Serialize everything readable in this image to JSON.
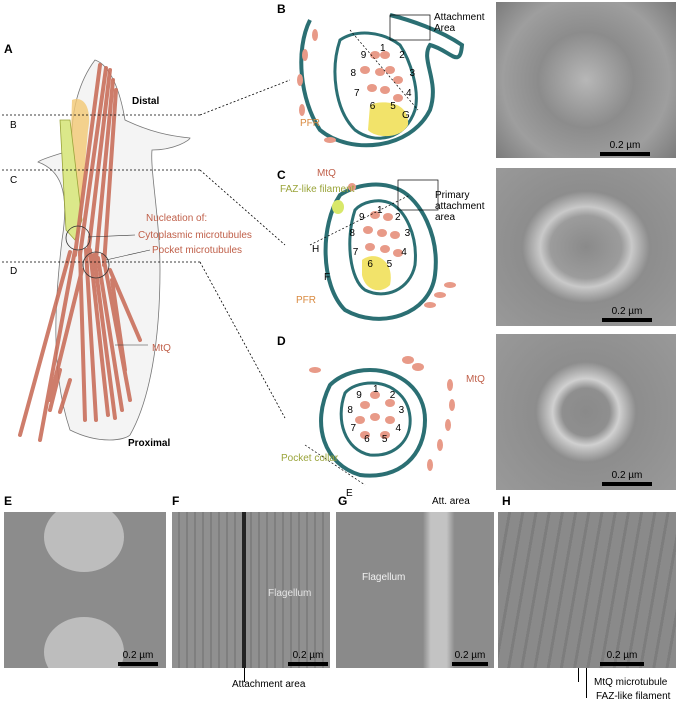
{
  "panels": {
    "A": {
      "letter": "A",
      "distal": "Distal",
      "proximal": "Proximal",
      "nucleation_title": "Nucleation of:",
      "cyto_mt": "Cytoplasmic microtubules",
      "pocket_mt": "Pocket microtubules",
      "mtq": "MtQ",
      "section_b": "B",
      "section_c": "C",
      "section_d": "D"
    },
    "B": {
      "letter": "B",
      "attachment_area": "Attachment\nArea",
      "pfr": "PFR",
      "g": "G",
      "doublets": [
        "1",
        "2",
        "3",
        "4",
        "5",
        "6",
        "7",
        "8",
        "9"
      ],
      "scale": "0.2 µm"
    },
    "C": {
      "letter": "C",
      "mtq": "MtQ",
      "faz": "FAZ-like filament",
      "primary_area": "Primary\nattachment\narea",
      "h": "H",
      "f": "F",
      "pfr": "PFR",
      "doublets": [
        "1",
        "2",
        "3",
        "4",
        "5",
        "6",
        "7",
        "8",
        "9"
      ],
      "scale": "0.2 µm"
    },
    "D": {
      "letter": "D",
      "mtq": "MtQ",
      "pocket_collar": "Pocket collar",
      "e": "E",
      "doublets": [
        "1",
        "2",
        "3",
        "4",
        "5",
        "6",
        "7",
        "8",
        "9"
      ],
      "scale": "0.2 µm"
    },
    "E": {
      "letter": "E",
      "scale": "0.2 µm"
    },
    "F": {
      "letter": "F",
      "flagellum": "Flagellum",
      "attachment_area": "Attachment area",
      "scale": "0.2 µm"
    },
    "G": {
      "letter": "G",
      "flagellum": "Flagellum",
      "att_area": "Att. area",
      "scale": "0.2 µm"
    },
    "H": {
      "letter": "H",
      "mtq_microtubule": "MtQ microtubule",
      "faz_filament": "FAZ-like filament",
      "scale": "0.2 µm"
    }
  },
  "colors": {
    "membrane": "#2b6f73",
    "microtubule": "#e08a78",
    "pfr": "#f2e36a",
    "faz": "#d8e86a",
    "em_gray": "#8c8c8c"
  }
}
